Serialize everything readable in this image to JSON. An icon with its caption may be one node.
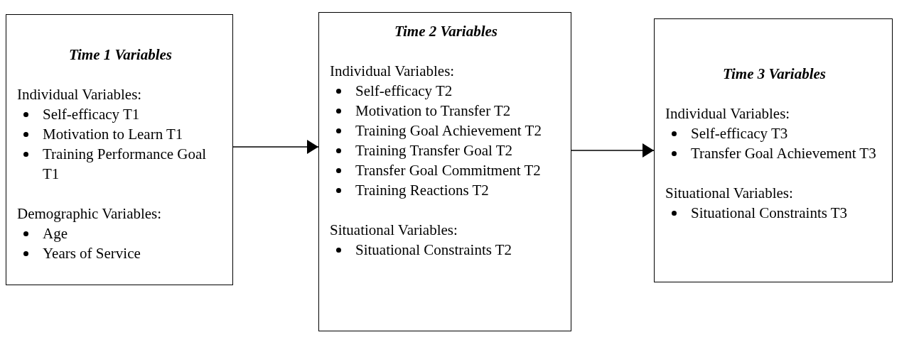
{
  "diagram": {
    "nodes": [
      {
        "text": [
          "Time 1 Variables",
          "Individual Variables:",
          "Self-efficacy T1",
          "Motivation to Learn T1",
          "Training Performance Goal T1",
          "Demographic Variables:",
          "Age",
          "Years of Service"
        ]
      },
      {
        "text": [
          "Time 2 Variables",
          "Individual Variables:",
          "Self-efficacy T2",
          "Motivation to Transfer T2",
          "Training Goal Achievement T2",
          "Training Transfer Goal T2",
          "Transfer Goal Commitment T2",
          "Training Reactions T2",
          "Situational Variables:",
          "Situational Constraints T2"
        ]
      },
      {
        "text": [
          "Time 3 Variables",
          "Individual Variables:",
          "Self-efficacy T3",
          "Transfer Goal Achievement T3",
          "Situational Variables:",
          "Situational Constraints T3"
        ]
      }
    ],
    "edges": [
      {
        "from": 0,
        "to": 1,
        "arrow": "to"
      },
      {
        "from": 1,
        "to": 2,
        "arrow": "to"
      }
    ]
  }
}
